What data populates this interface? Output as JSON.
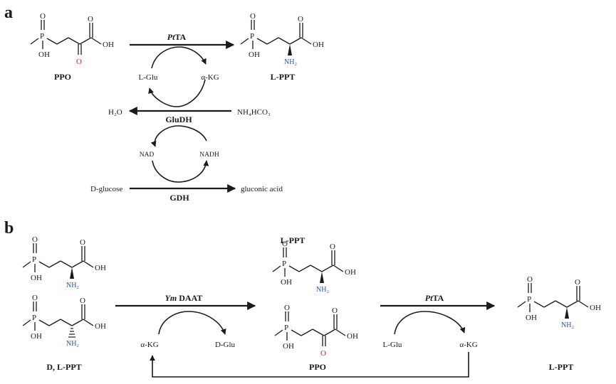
{
  "panels": {
    "a": "a",
    "b": "b"
  },
  "panel_a": {
    "enzyme_top": "PtTA",
    "enzyme_top_italic": "Pt",
    "enzyme_top_rest": "TA",
    "substrate_name": "PPO",
    "product_name": "L-PPT",
    "cofactor_left": "L-Glu",
    "cofactor_right": "α-KG",
    "enzyme_mid": "GluDH",
    "water": "H₂O",
    "ammonium_bicarbonate": "NH₄HCO₃",
    "nad": "NAD",
    "nadh": "NADH",
    "enzyme_bottom": "GDH",
    "glucose": "D-glucose",
    "gluconic": "gluconic acid"
  },
  "panel_b": {
    "racemate_name": "D, L-PPT",
    "enzyme_1_italic": "Ym",
    "enzyme_1_rest": " DAAT",
    "cofactor_in_1": "α-KG",
    "cofactor_out_1": "D-Glu",
    "middle_top_name": "L-PPT",
    "middle_bottom_name": "PPO",
    "enzyme_2_italic": "Pt",
    "enzyme_2_rest": "TA",
    "cofactor_in_2": "L-Glu",
    "cofactor_out_2": "α-KG",
    "final_name": "L-PPT"
  },
  "atoms": {
    "phosphorus": "P",
    "oxygen": "O",
    "hydroxyl": "OH",
    "amine": "NH₂"
  },
  "colors": {
    "ink": "#1a1a1a",
    "keto_oxygen": "#d11a1a",
    "amine": "#2257b0"
  }
}
